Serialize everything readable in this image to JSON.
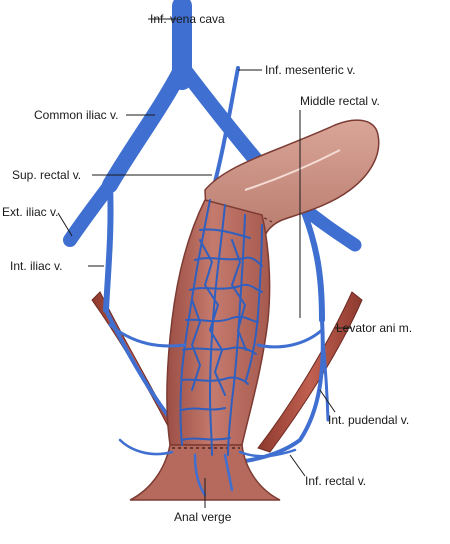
{
  "labels": {
    "inf_vena_cava": "Inf. vena cava",
    "inf_mesenteric_v": "Inf. mesenteric v.",
    "middle_rectal_v": "Middle rectal v.",
    "common_iliac_v": "Common iliac v.",
    "sup_rectal_v": "Sup. rectal v.",
    "ext_iliac_v": "Ext. iliac v.",
    "int_iliac_v": "Int. iliac v.",
    "levator_ani_m": "Levator ani m.",
    "int_pudendal_v": "Int. pudendal v.",
    "inf_rectal_v": "Inf. rectal v.",
    "anal_verge": "Anal verge"
  },
  "caption": "",
  "colors": {
    "vein": "#3f6fd0",
    "vein_dark": "#2a4f9c",
    "rectum": "#b96a5e",
    "rectum_dark": "#7c3b33",
    "colon": "#c98c7f",
    "colon_light": "#ddb1a6",
    "muscle": "#a2473a",
    "leader": "#1a1a1a"
  }
}
